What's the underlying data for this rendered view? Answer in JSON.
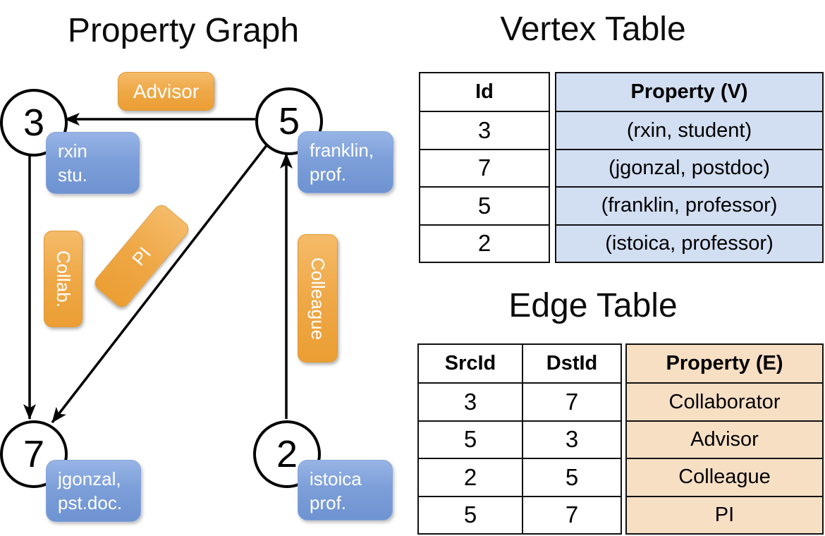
{
  "graph": {
    "title": "Property Graph",
    "vertices": [
      {
        "id": "3",
        "line1": "rxin",
        "line2": "stu."
      },
      {
        "id": "5",
        "line1": "franklin,",
        "line2": "prof."
      },
      {
        "id": "7",
        "line1": "jgonzal,",
        "line2": "pst.doc."
      },
      {
        "id": "2",
        "line1": "istoica",
        "line2": "prof."
      }
    ],
    "edges": [
      {
        "label": "Advisor",
        "src": "5",
        "dst": "3"
      },
      {
        "label": "Collab.",
        "src": "3",
        "dst": "7"
      },
      {
        "label": "PI",
        "src": "5",
        "dst": "7"
      },
      {
        "label": "Colleague",
        "src": "2",
        "dst": "5"
      }
    ]
  },
  "vertex_table": {
    "title": "Vertex Table",
    "columns": [
      "Id",
      "Property (V)"
    ],
    "rows": [
      [
        "3",
        "(rxin, student)"
      ],
      [
        "7",
        "(jgonzal, postdoc)"
      ],
      [
        "5",
        "(franklin, professor)"
      ],
      [
        "2",
        "(istoica, professor)"
      ]
    ]
  },
  "edge_table": {
    "title": "Edge Table",
    "columns": [
      "SrcId",
      "DstId",
      "Property (E)"
    ],
    "rows": [
      [
        "3",
        "7",
        "Collaborator"
      ],
      [
        "5",
        "3",
        "Advisor"
      ],
      [
        "2",
        "5",
        "Colleague"
      ],
      [
        "5",
        "7",
        "PI"
      ]
    ]
  },
  "colors": {
    "vertex_box_blue": "#7d9fd9",
    "edge_box_orange": "#efa847",
    "vertex_table_fill": "#d2def1",
    "edge_table_fill": "#f7dfc4",
    "line_black": "#000000"
  }
}
